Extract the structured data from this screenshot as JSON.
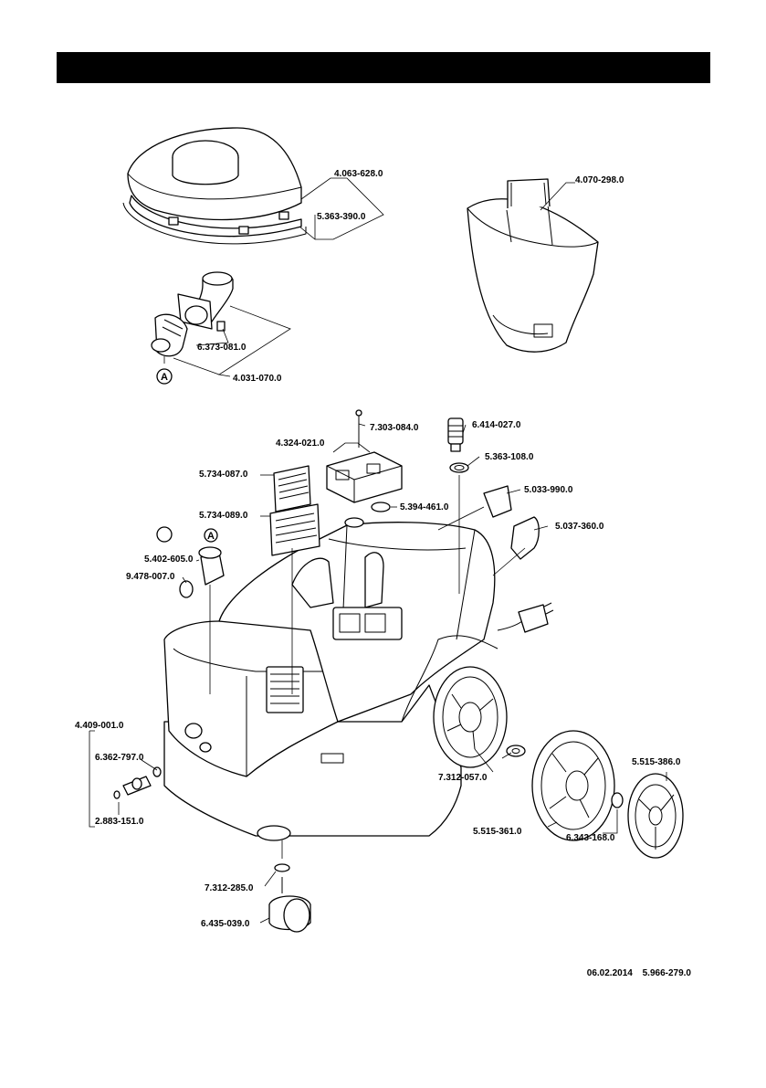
{
  "parts": {
    "p4063_628": "4.063-628.0",
    "p5363_390": "5.363-390.0",
    "p4070_298": "4.070-298.0",
    "p6373_081": "6.373-081.0",
    "p4031_070": "4.031-070.0",
    "p7303_084": "7.303-084.0",
    "p6414_027": "6.414-027.0",
    "p4324_021": "4.324-021.0",
    "p5363_108": "5.363-108.0",
    "p5734_087": "5.734-087.0",
    "p5033_990": "5.033-990.0",
    "p5394_461": "5.394-461.0",
    "p5734_089": "5.734-089.0",
    "p5037_360": "5.037-360.0",
    "p5402_605": "5.402-605.0",
    "p9478_007": "9.478-007.0",
    "p4409_001": "4.409-001.0",
    "p6362_797": "6.362-797.0",
    "p2883_151": "2.883-151.0",
    "p7312_057": "7.312-057.0",
    "p5515_386": "5.515-386.0",
    "p5515_361": "5.515-361.0",
    "p6343_168": "6.343-168.0",
    "p7312_285": "7.312-285.0",
    "p6435_039": "6.435-039.0"
  },
  "callout": {
    "letter": "A"
  },
  "footer": {
    "date": "06.02.2014",
    "doc_number": "5.966-279.0"
  }
}
